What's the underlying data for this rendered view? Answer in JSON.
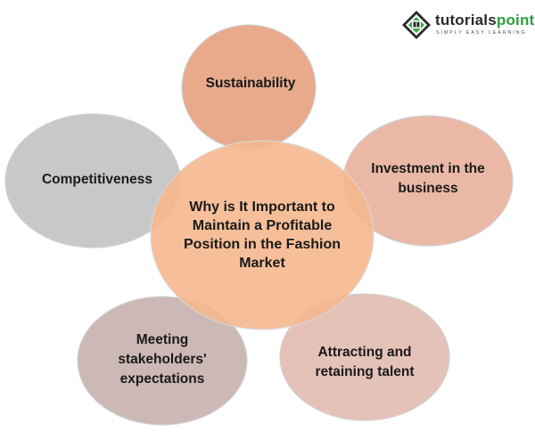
{
  "logo": {
    "word_part1": "tutorials",
    "word_part2": "point",
    "tagline": "SIMPLY EASY LEARNING",
    "icon": "tutorialspoint-logo-icon"
  },
  "diagram": {
    "center": {
      "text": "Why is It Important to Maintain a Profitable Position in the Fashion Market",
      "color": "#f6b98e"
    },
    "nodes": [
      {
        "id": "sustainability",
        "text": "Sustainability",
        "color": "#e8aa8b"
      },
      {
        "id": "investment",
        "text": "Investment in the business",
        "color": "#ebb8a6"
      },
      {
        "id": "talent",
        "text": "Attracting and retaining talent",
        "color": "#e4c2b8"
      },
      {
        "id": "stakeholders",
        "text": "Meeting stakeholders' expectations",
        "color": "#ccb9b6"
      },
      {
        "id": "competitiveness",
        "text": "Competitiveness",
        "color": "#c8c8c8"
      }
    ]
  }
}
